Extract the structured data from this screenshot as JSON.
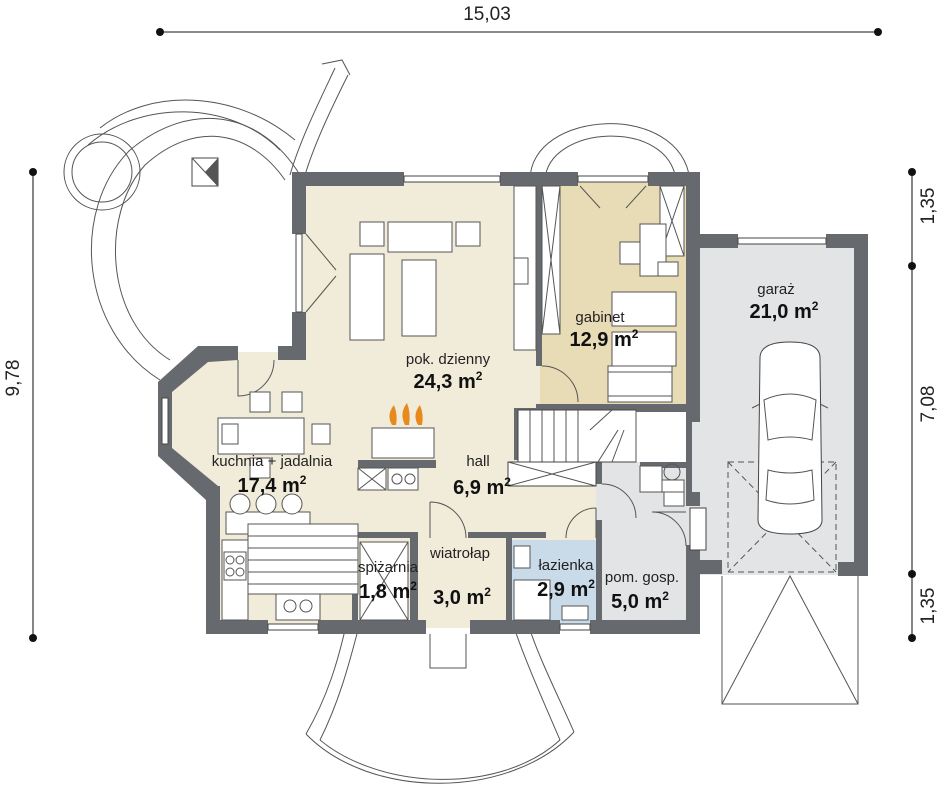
{
  "dimensions": {
    "overall_width": "15,03",
    "overall_depth": "9,78",
    "right_top": "1,35",
    "right_middle": "7,08",
    "right_bottom": "1,35"
  },
  "rooms": [
    {
      "id": "living",
      "name": "pok. dzienny",
      "area": "24,3"
    },
    {
      "id": "study",
      "name": "gabinet",
      "area": "12,9"
    },
    {
      "id": "garage",
      "name": "garaż",
      "area": "21,0"
    },
    {
      "id": "kitchen",
      "name": "kuchnia + jadalnia",
      "area": "17,4"
    },
    {
      "id": "hall",
      "name": "hall",
      "area": "6,9"
    },
    {
      "id": "pantry",
      "name": "spiżarnia",
      "area": "1,8"
    },
    {
      "id": "vestibule",
      "name": "wiatrołap",
      "area": "3,0"
    },
    {
      "id": "bathroom",
      "name": "łazienka",
      "area": "2,9"
    },
    {
      "id": "utility",
      "name": "pom. gosp.",
      "area": "5,0"
    }
  ],
  "area_unit": "m",
  "area_unit_exponent": "2",
  "colors": {
    "wall": "#666a6e",
    "living_floor": "#f1ecd9",
    "study_floor": "#e8dcb6",
    "garage_floor": "#e3e4e5",
    "bathroom_tile": "#c9dbe8"
  }
}
